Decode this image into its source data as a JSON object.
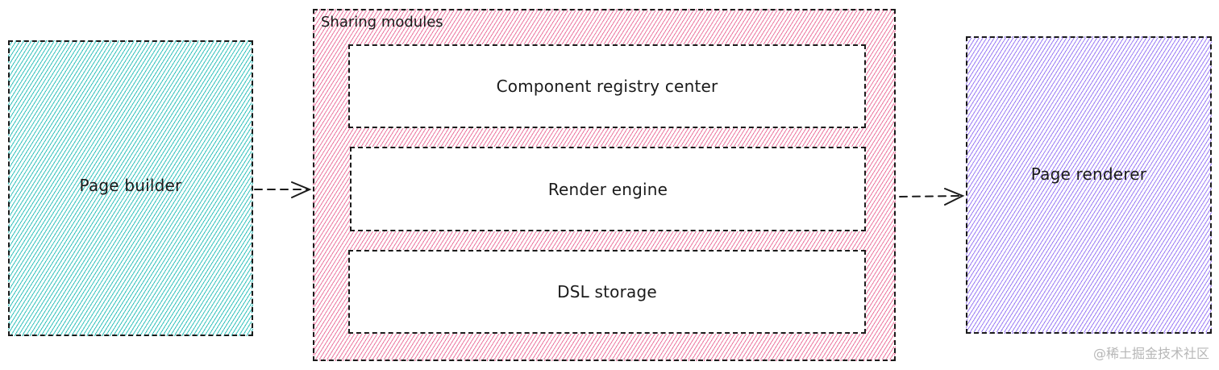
{
  "diagram": {
    "nodes": {
      "page_builder": {
        "label": "Page builder",
        "color": "#12b8b2"
      },
      "sharing_modules": {
        "title": "Sharing modules",
        "color": "#e64980",
        "modules": [
          {
            "label": "Component registry center"
          },
          {
            "label": "Render engine"
          },
          {
            "label": "DSL storage"
          }
        ]
      },
      "page_renderer": {
        "label": "Page renderer",
        "color": "#7950f2"
      }
    },
    "edges": [
      {
        "from": "Page builder",
        "to": "Sharing modules",
        "style": "dashed-arrow"
      },
      {
        "from": "Sharing modules",
        "to": "Page renderer",
        "style": "dashed-arrow"
      }
    ]
  },
  "watermark": "@稀土掘金技术社区"
}
